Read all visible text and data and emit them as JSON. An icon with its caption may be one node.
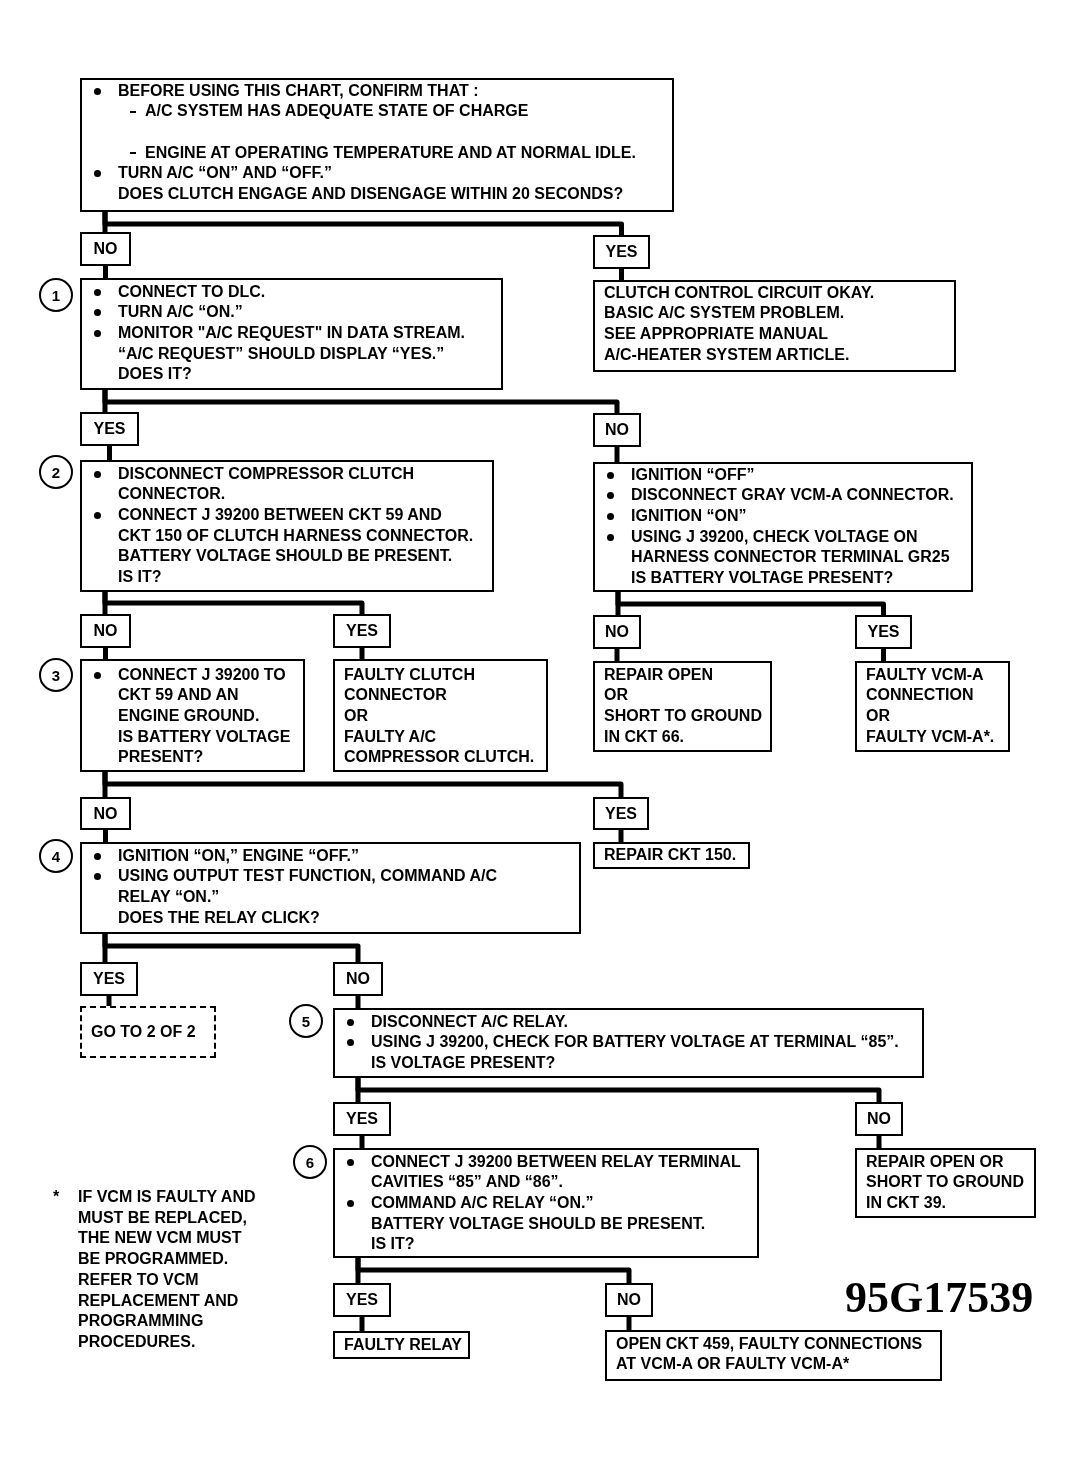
{
  "diagram": {
    "nodes": [
      {
        "text": [
          "BEFORE USING THIS CHART, CONFIRM THAT :",
          "A/C SYSTEM HAS ADEQUATE STATE OF CHARGE",
          "ENGINE AT OPERATING TEMPERATURE AND AT NORMAL IDLE.",
          "TURN A/C “ON” AND “OFF.”",
          "DOES CLUTCH ENGAGE AND DISENGAGE WITHIN 20 SECONDS?"
        ]
      },
      {
        "text": [
          "NO"
        ]
      },
      {
        "text": [
          "YES"
        ]
      },
      {
        "text": [
          "CONNECT TO DLC.",
          "TURN A/C “ON.”",
          "MONITOR \"A/C REQUEST\" IN DATA STREAM.",
          "“A/C REQUEST” SHOULD DISPLAY “YES.”",
          "DOES IT?"
        ],
        "beside": [
          "1"
        ]
      },
      {
        "text": [
          "CLUTCH CONTROL CIRCUIT OKAY.",
          "BASIC A/C SYSTEM PROBLEM.",
          "SEE APPROPRIATE MANUAL A/C-HEATER SYSTEM ARTICLE."
        ]
      },
      {
        "text": [
          "YES"
        ]
      },
      {
        "text": [
          "NO"
        ]
      },
      {
        "text": [
          "DISCONNECT COMPRESSOR CLUTCH CONNECTOR.",
          "CONNECT J 39200 BETWEEN CKT 59 AND CKT 150 OF CLUTCH HARNESS CONNECTOR.",
          "BATTERY VOLTAGE SHOULD BE PRESENT.",
          "IS IT?"
        ],
        "beside": [
          "2"
        ]
      },
      {
        "text": [
          "IGNITION “OFF”",
          "DISCONNECT GRAY VCM-A CONNECTOR.",
          "IGNITION “ON”",
          "USING J 39200, CHECK VOLTAGE ON HARNESS CONNECTOR TERMINAL GR25",
          "IS BATTERY VOLTAGE PRESENT?"
        ]
      },
      {
        "text": [
          "NO"
        ]
      },
      {
        "text": [
          "YES"
        ]
      },
      {
        "text": [
          "NO"
        ]
      },
      {
        "text": [
          "YES"
        ]
      },
      {
        "text": [
          "CONNECT J 39200 TO CKT 59 AND AN ENGINE GROUND.",
          "IS BATTERY VOLTAGE PRESENT?"
        ],
        "beside": [
          "3"
        ]
      },
      {
        "text": [
          "FAULTY CLUTCH CONNECTOR",
          "OR",
          "FAULTY A/C COMPRESSOR CLUTCH."
        ]
      },
      {
        "text": [
          "REPAIR OPEN",
          "OR",
          "SHORT TO GROUND IN CKT 66."
        ]
      },
      {
        "text": [
          "FAULTY VCM-A CONNECTION",
          "OR",
          "FAULTY VCM-A*."
        ]
      },
      {
        "text": [
          "NO"
        ]
      },
      {
        "text": [
          "YES"
        ]
      },
      {
        "text": [
          "IGNITION “ON,” ENGINE “OFF.”",
          "USING OUTPUT TEST FUNCTION, COMMAND A/C RELAY “ON.”",
          "DOES THE RELAY CLICK?"
        ],
        "beside": [
          "4"
        ]
      },
      {
        "text": [
          "REPAIR CKT 150."
        ]
      },
      {
        "text": [
          "YES"
        ]
      },
      {
        "text": [
          "NO"
        ]
      },
      {
        "text": [
          "GO TO 2 OF 2"
        ]
      },
      {
        "text": [
          "DISCONNECT A/C RELAY.",
          "USING J 39200, CHECK FOR BATTERY VOLTAGE AT TERMINAL “85”.",
          "IS VOLTAGE PRESENT?"
        ],
        "beside": [
          "5"
        ]
      },
      {
        "text": [
          "YES"
        ]
      },
      {
        "text": [
          "NO"
        ]
      },
      {
        "text": [
          "CONNECT J 39200 BETWEEN RELAY TERMINAL CAVITIES “85” AND “86”.",
          "COMMAND A/C RELAY “ON.”",
          "BATTERY VOLTAGE SHOULD BE PRESENT.",
          "IS IT?"
        ],
        "beside": [
          "6"
        ]
      },
      {
        "text": [
          "REPAIR OPEN OR SHORT TO GROUND IN CKT 39."
        ]
      },
      {
        "text": [
          "YES"
        ]
      },
      {
        "text": [
          "NO"
        ]
      },
      {
        "text": [
          "FAULTY RELAY"
        ]
      },
      {
        "text": [
          "OPEN CKT 459, FAULTY CONNECTIONS AT VCM-A OR FAULTY VCM-A*"
        ]
      }
    ],
    "edges": [
      {
        "from": 0,
        "to": 1,
        "arrow": "none"
      },
      {
        "from": 0,
        "to": 2,
        "arrow": "none"
      },
      {
        "from": 1,
        "to": 3,
        "arrow": "none"
      },
      {
        "from": 2,
        "to": 4,
        "arrow": "none"
      },
      {
        "from": 3,
        "to": 5,
        "arrow": "none"
      },
      {
        "from": 3,
        "to": 6,
        "arrow": "none"
      },
      {
        "from": 5,
        "to": 7,
        "arrow": "none"
      },
      {
        "from": 6,
        "to": 8,
        "arrow": "none"
      },
      {
        "from": 7,
        "to": 9,
        "arrow": "none"
      },
      {
        "from": 7,
        "to": 10,
        "arrow": "none"
      },
      {
        "from": 8,
        "to": 11,
        "arrow": "none"
      },
      {
        "from": 8,
        "to": 12,
        "arrow": "none"
      },
      {
        "from": 9,
        "to": 13,
        "arrow": "none"
      },
      {
        "from": 10,
        "to": 14,
        "arrow": "none"
      },
      {
        "from": 11,
        "to": 15,
        "arrow": "none"
      },
      {
        "from": 12,
        "to": 16,
        "arrow": "none"
      },
      {
        "from": 13,
        "to": 17,
        "arrow": "none"
      },
      {
        "from": 13,
        "to": 18,
        "arrow": "none"
      },
      {
        "from": 17,
        "to": 19,
        "arrow": "none"
      },
      {
        "from": 18,
        "to": 20,
        "arrow": "none"
      },
      {
        "from": 19,
        "to": 21,
        "arrow": "none"
      },
      {
        "from": 19,
        "to": 22,
        "arrow": "none"
      },
      {
        "from": 21,
        "to": 23,
        "arrow": "none"
      },
      {
        "from": 22,
        "to": 24,
        "arrow": "none"
      },
      {
        "from": 24,
        "to": 25,
        "arrow": "none"
      },
      {
        "from": 24,
        "to": 26,
        "arrow": "none"
      },
      {
        "from": 25,
        "to": 27,
        "arrow": "none"
      },
      {
        "from": 26,
        "to": 28,
        "arrow": "none"
      },
      {
        "from": 27,
        "to": 29,
        "arrow": "none"
      },
      {
        "from": 27,
        "to": 30,
        "arrow": "none"
      },
      {
        "from": 29,
        "to": 31,
        "arrow": "none"
      },
      {
        "from": 30,
        "to": 32,
        "arrow": "none"
      }
    ],
    "labels": [
      "*",
      "IF VCM IS FAULTY AND MUST BE REPLACED, THE NEW VCM MUST BE PROGRAMMED. REFER TO VCM REPLACEMENT AND PROGRAMMING PROCEDURES.",
      "95G17539"
    ]
  }
}
